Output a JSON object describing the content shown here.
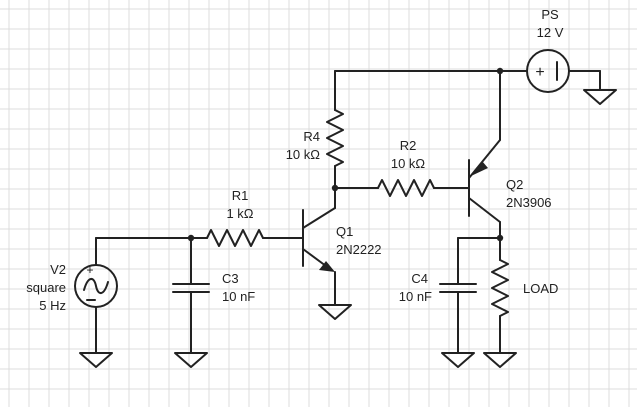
{
  "components": {
    "ps": {
      "name": "PS",
      "value": "12 V"
    },
    "v2": {
      "name": "V2",
      "wave": "square",
      "freq": "5 Hz"
    },
    "r1": {
      "name": "R1",
      "value": "1 kΩ"
    },
    "r2": {
      "name": "R2",
      "value": "10 kΩ"
    },
    "r4": {
      "name": "R4",
      "value": "10 kΩ"
    },
    "c3": {
      "name": "C3",
      "value": "10 nF"
    },
    "c4": {
      "name": "C4",
      "value": "10 nF"
    },
    "q1": {
      "name": "Q1",
      "part": "2N2222"
    },
    "q2": {
      "name": "Q2",
      "part": "2N3906"
    },
    "load": {
      "name": "LOAD"
    }
  },
  "colors": {
    "wire": "#222222",
    "grid": "#dcdcdc",
    "background": "#ffffff"
  }
}
